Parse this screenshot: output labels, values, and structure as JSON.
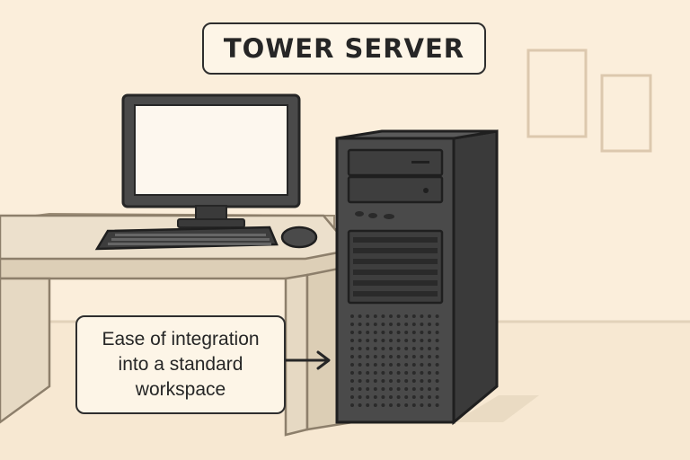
{
  "title": "TOWER SERVER",
  "callout": {
    "lines": [
      "Ease of integration",
      "into a standard",
      "workspace"
    ]
  },
  "colors": {
    "background": "#fbeedb",
    "outline": "#2e2e2e",
    "tower_front": "#4a4a4a",
    "tower_side": "#3a3a3a",
    "desk_top": "#ece0cc",
    "screen": "#fdf7ee"
  },
  "icons": [
    "monitor-icon",
    "keyboard-icon",
    "mouse-icon",
    "tower-server-icon",
    "arrow-right-icon",
    "picture-frame-icon"
  ]
}
